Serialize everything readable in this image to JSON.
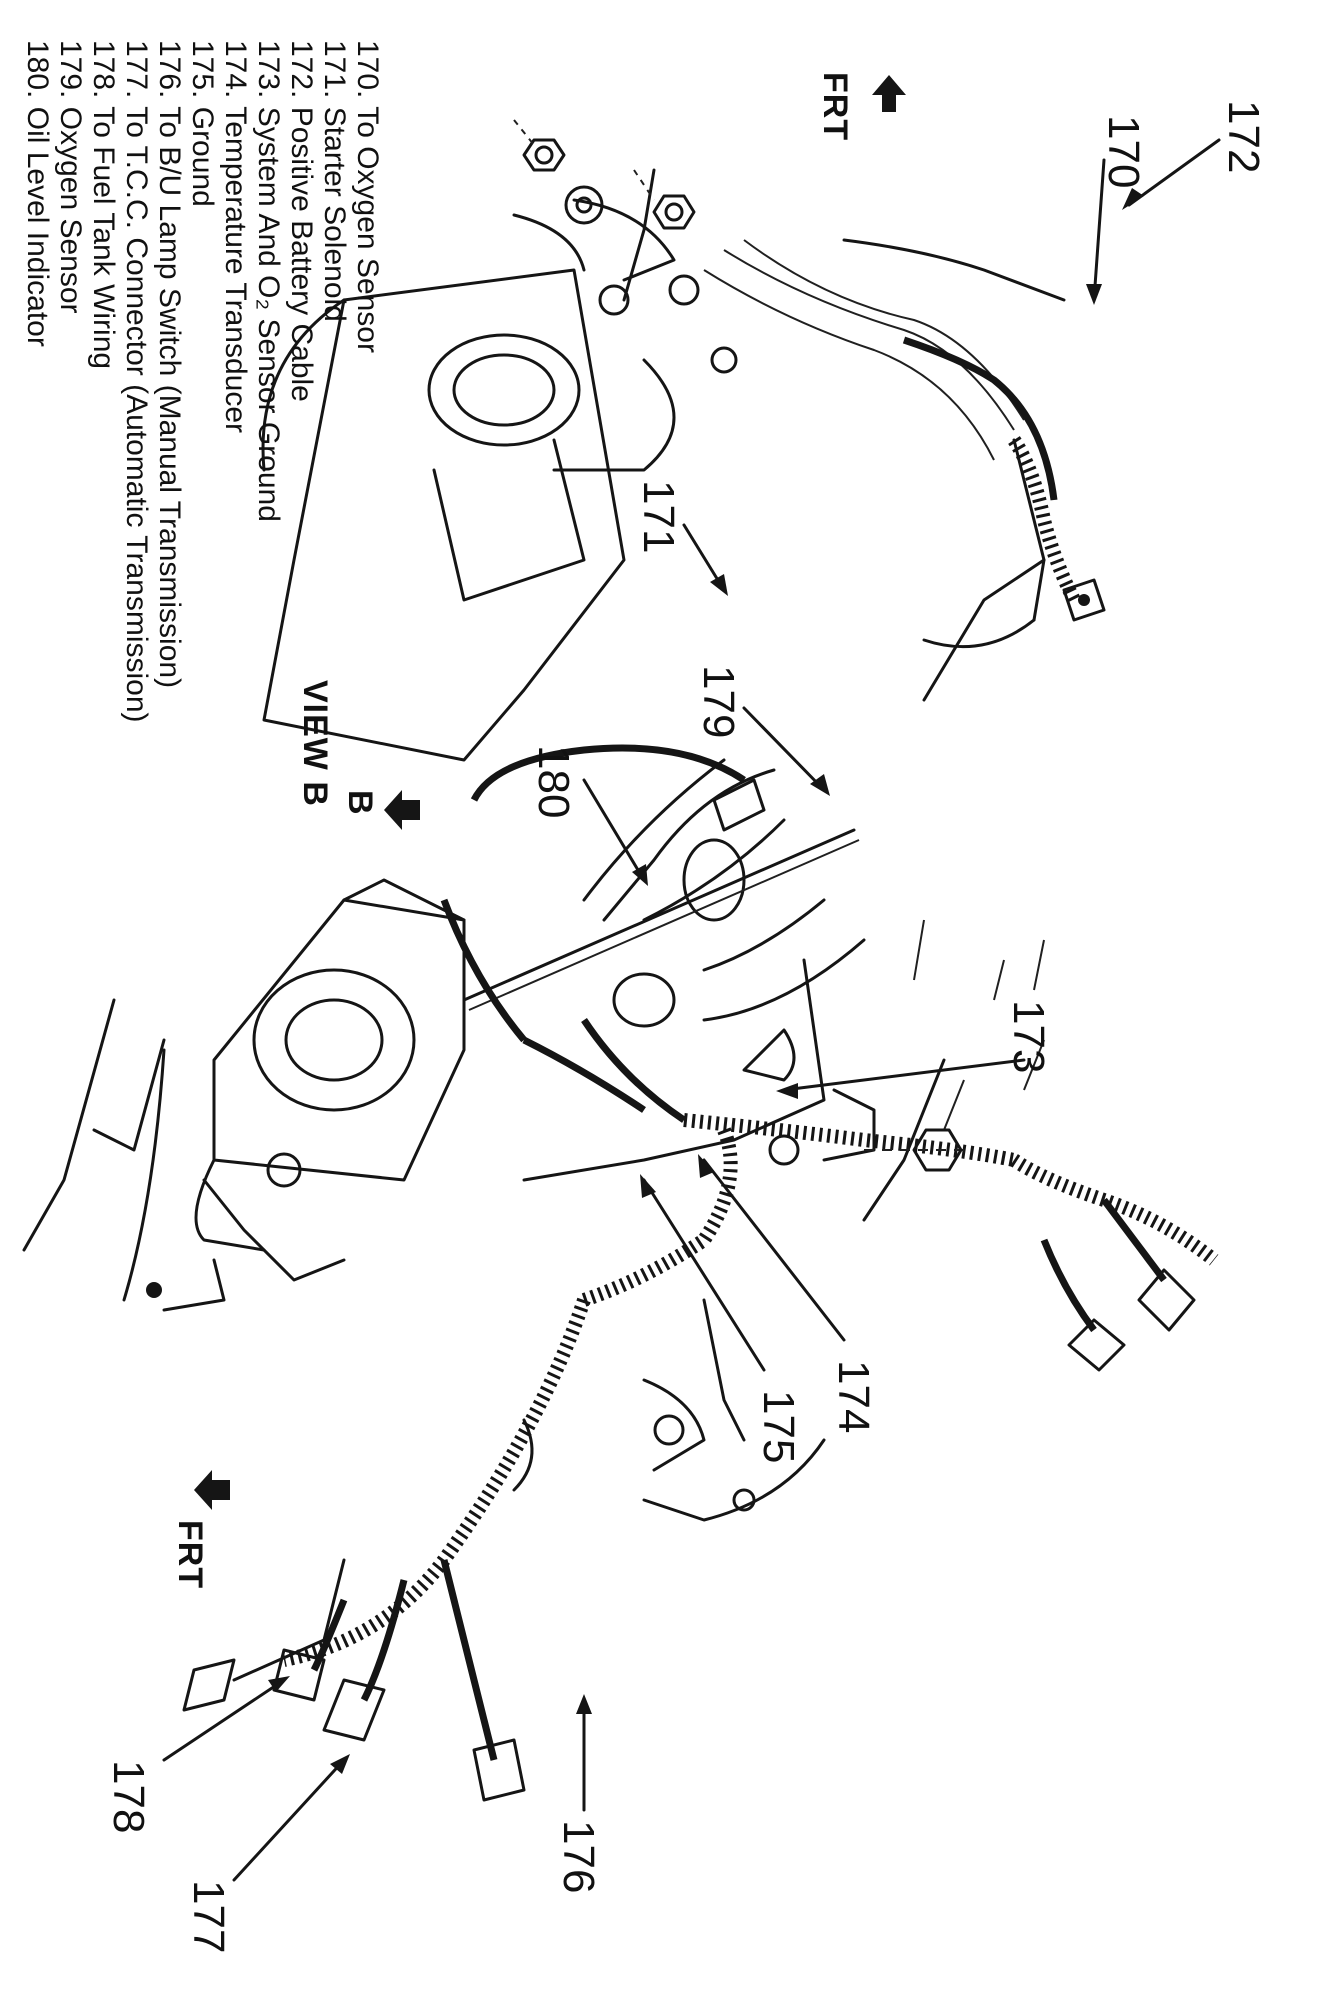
{
  "view_b": {
    "caption": "VIEW B",
    "front_arrow": "FRT",
    "callouts": [
      "170",
      "172",
      "171"
    ]
  },
  "main_view": {
    "front_arrow": "FRT",
    "view_marker": "B",
    "callouts": [
      "179",
      "180",
      "173",
      "174",
      "175",
      "176",
      "177",
      "178"
    ]
  },
  "legend": [
    {
      "num": "170.",
      "text": "To Oxygen Sensor"
    },
    {
      "num": "171.",
      "text": "Starter Solenoid"
    },
    {
      "num": "172.",
      "text": "Positive Battery Cable"
    },
    {
      "num": "173.",
      "text": "System And O₂ Sensor Ground"
    },
    {
      "num": "174.",
      "text": "Temperature Transducer"
    },
    {
      "num": "175.",
      "text": "Ground"
    },
    {
      "num": "176.",
      "text": "To B/U Lamp Switch (Manual Transmission)"
    },
    {
      "num": "177.",
      "text": "To T.C.C. Connector (Automatic Transmission)"
    },
    {
      "num": "178.",
      "text": "To Fuel Tank Wiring"
    },
    {
      "num": "179.",
      "text": "Oxygen Sensor"
    },
    {
      "num": "180.",
      "text": "Oil Level Indicator"
    }
  ]
}
